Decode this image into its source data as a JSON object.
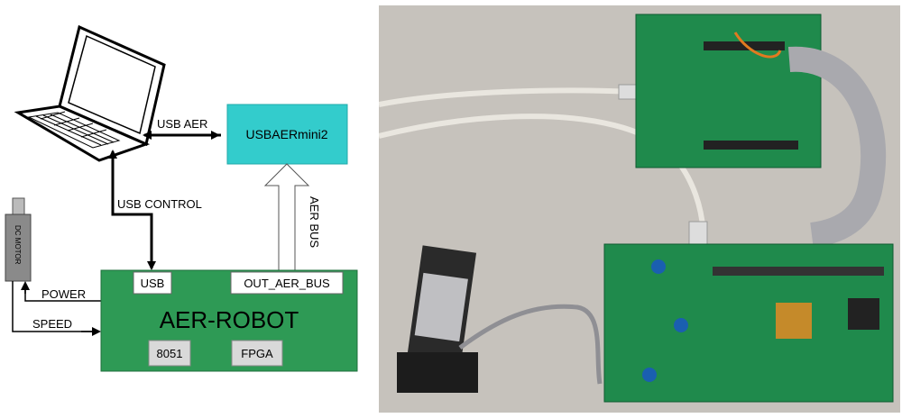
{
  "diagram": {
    "nodes": {
      "usbaermini2": "USBAERmini2",
      "dc_motor": "DC MOTOR",
      "aer_robot": "AER-ROBOT",
      "usb_port": "USB",
      "out_aer_bus_port": "OUT_AER_BUS",
      "chip_8051": "8051",
      "chip_fpga": "FPGA"
    },
    "edges": {
      "usb_aer": "USB AER",
      "usb_control": "USB CONTROL",
      "aer_bus": "AER BUS",
      "power": "POWER",
      "speed": "SPEED"
    },
    "colors": {
      "usbaermini2_fill": "#33cccc",
      "aer_robot_fill": "#2e9a55",
      "motor_fill": "#8a8a8a",
      "chip_fill": "#d9d9d9"
    }
  },
  "photo": {
    "description_icon": "hardware-photo"
  }
}
